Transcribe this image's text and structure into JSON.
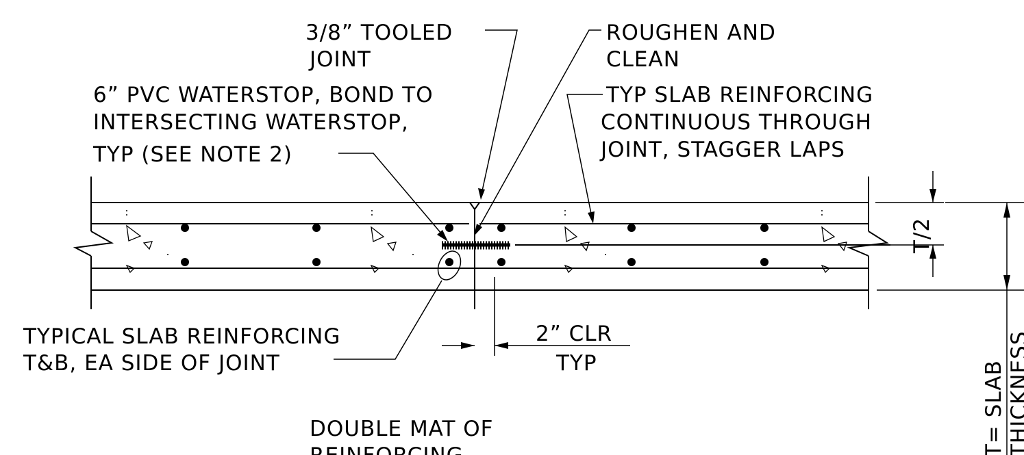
{
  "labels": {
    "tooled_joint_1": "3/8” TOOLED",
    "tooled_joint_2": "JOINT",
    "roughen_1": "ROUGHEN AND",
    "roughen_2": "CLEAN",
    "waterstop_1": "6” PVC WATERSTOP, BOND TO",
    "waterstop_2": "INTERSECTING WATERSTOP,",
    "waterstop_3": "TYP (SEE NOTE 2)",
    "slab_reinf_1": "TYP SLAB REINFORCING",
    "slab_reinf_2": "CONTINUOUS THROUGH",
    "slab_reinf_3": "JOINT, STAGGER LAPS",
    "typical_reinf_1": "TYPICAL SLAB REINFORCING",
    "typical_reinf_2": "T&B, EA SIDE OF JOINT",
    "clearance_1": "2” CLR",
    "clearance_2": "TYP",
    "double_mat_1": "DOUBLE MAT OF",
    "double_mat_2": "REINFORCING",
    "half_thickness": "T/2",
    "thickness_1": "T= SLAB",
    "thickness_2": "THICKNESS"
  }
}
